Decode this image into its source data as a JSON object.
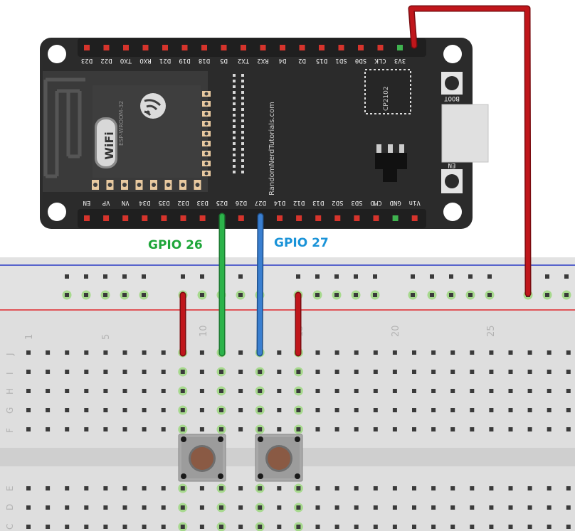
{
  "board": {
    "top_pins": [
      "D23",
      "D22",
      "TXO",
      "RXO",
      "D21",
      "D19",
      "D18",
      "D5",
      "TX2",
      "RX2",
      "D4",
      "D2",
      "D15",
      "SD1",
      "SD0",
      "CLK",
      "3V3"
    ],
    "bottom_pins": [
      "EN",
      "VP",
      "VN",
      "D34",
      "D35",
      "D32",
      "D33",
      "D25",
      "D26",
      "D27",
      "D14",
      "D12",
      "D13",
      "SD2",
      "SD3",
      "CMD",
      "GND",
      "Vin"
    ],
    "chip_label": "CP2102",
    "module_label": "ESP-WROOM-32",
    "wifi_label": "WiFi",
    "vertical_text": "RandomNerdTutorials.com",
    "boot_label": "BOOT",
    "en_label": "EN"
  },
  "labels": {
    "gpio26": "GPIO 26",
    "gpio27": "GPIO 27"
  },
  "breadboard": {
    "column_numbers": [
      "1",
      "5",
      "10",
      "15",
      "20",
      "25"
    ],
    "rows_upper": [
      "J",
      "I",
      "H",
      "G",
      "F"
    ],
    "rows_lower": [
      "E",
      "D",
      "C"
    ]
  },
  "colors": {
    "board": "#2b2b2b",
    "wire_red": "#c0161b",
    "wire_green": "#2cb34a",
    "wire_blue": "#3a7fd0",
    "gpio26_text": "#1fa63a",
    "gpio27_text": "#1a93d8",
    "breadboard": "#dedede",
    "rail_red": "#e0262b",
    "rail_blue": "#2a3ac4"
  }
}
